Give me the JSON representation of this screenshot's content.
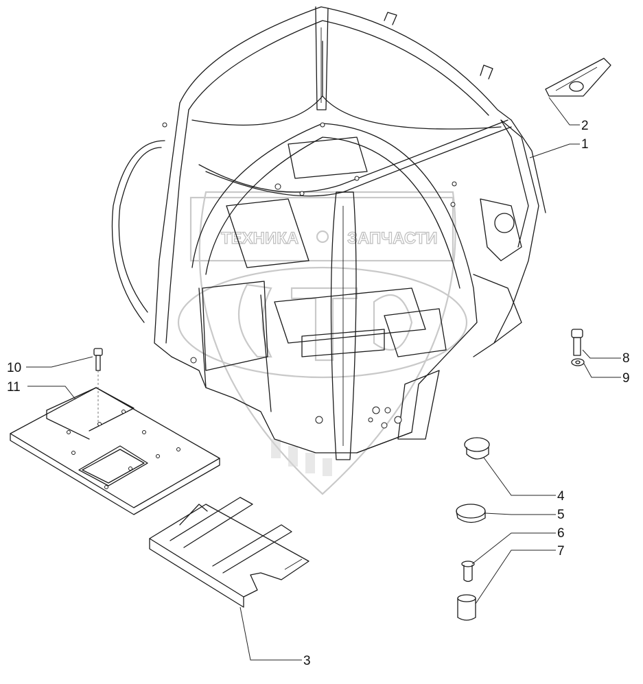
{
  "watermark": {
    "left_text": "ТЕХНИКА",
    "right_text": "ЗАПЧАСТИ"
  },
  "callouts": [
    {
      "id": "c1",
      "label": "1"
    },
    {
      "id": "c2",
      "label": "2"
    },
    {
      "id": "c3",
      "label": "3"
    },
    {
      "id": "c4",
      "label": "4"
    },
    {
      "id": "c5",
      "label": "5"
    },
    {
      "id": "c6",
      "label": "6"
    },
    {
      "id": "c7",
      "label": "7"
    },
    {
      "id": "c8",
      "label": "8"
    },
    {
      "id": "c9",
      "label": "9"
    },
    {
      "id": "c10",
      "label": "10"
    },
    {
      "id": "c11",
      "label": "11"
    }
  ]
}
